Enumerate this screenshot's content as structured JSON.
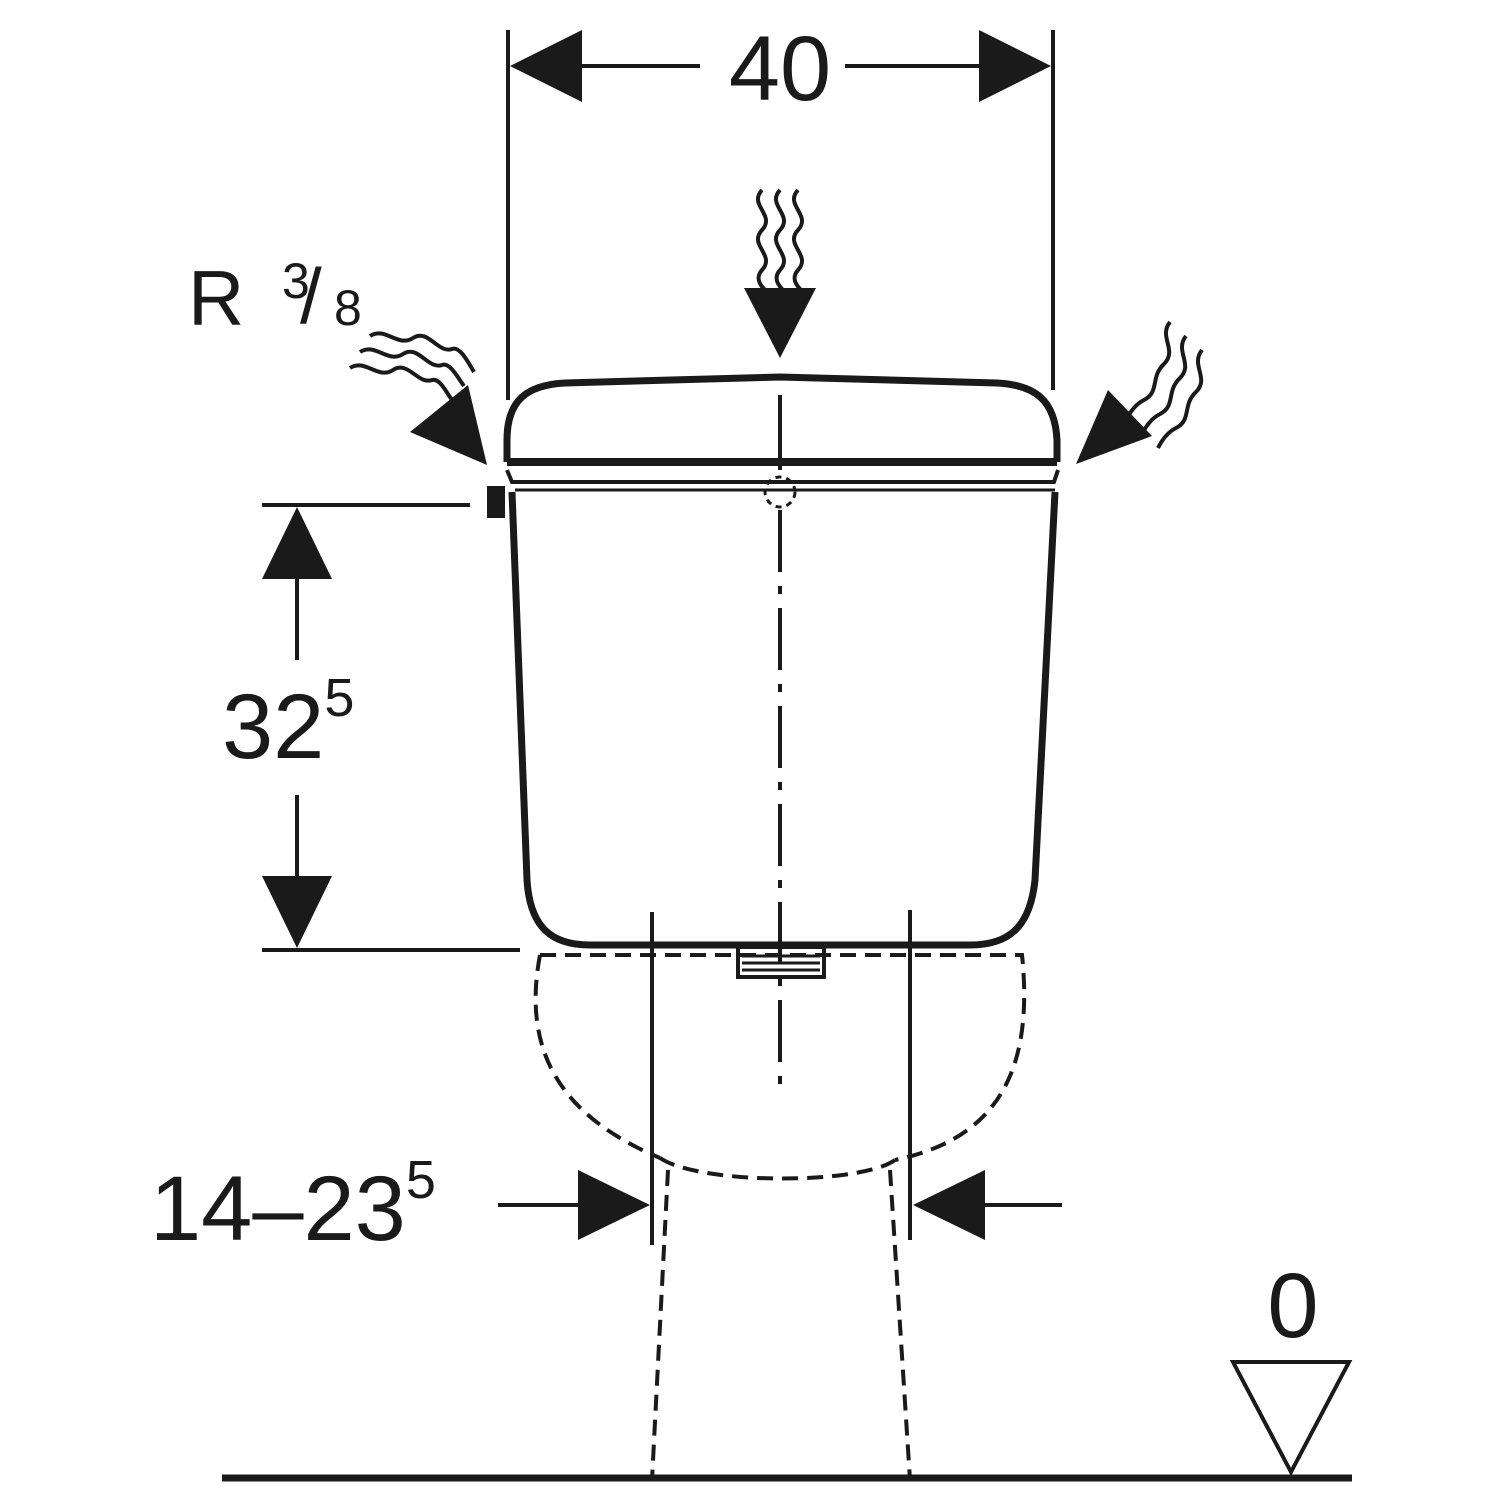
{
  "dimensions": {
    "width": {
      "value": "40"
    },
    "height": {
      "value": "32",
      "superscript": "5"
    },
    "range": {
      "value": "14–23",
      "superscript": "5"
    },
    "floor": {
      "value": "0"
    }
  },
  "connection": {
    "prefix": "R",
    "fraction_numerator": "3",
    "fraction_slash": "/",
    "fraction_denominator": "8"
  },
  "icons": {
    "water_supply_icons": [
      "water-supply-top-icon",
      "water-supply-left-icon",
      "water-supply-right-icon"
    ],
    "floor_level_icon": "floor-level-triangle-icon"
  },
  "colors": {
    "line": "#1a1a1a",
    "background": "#ffffff"
  }
}
